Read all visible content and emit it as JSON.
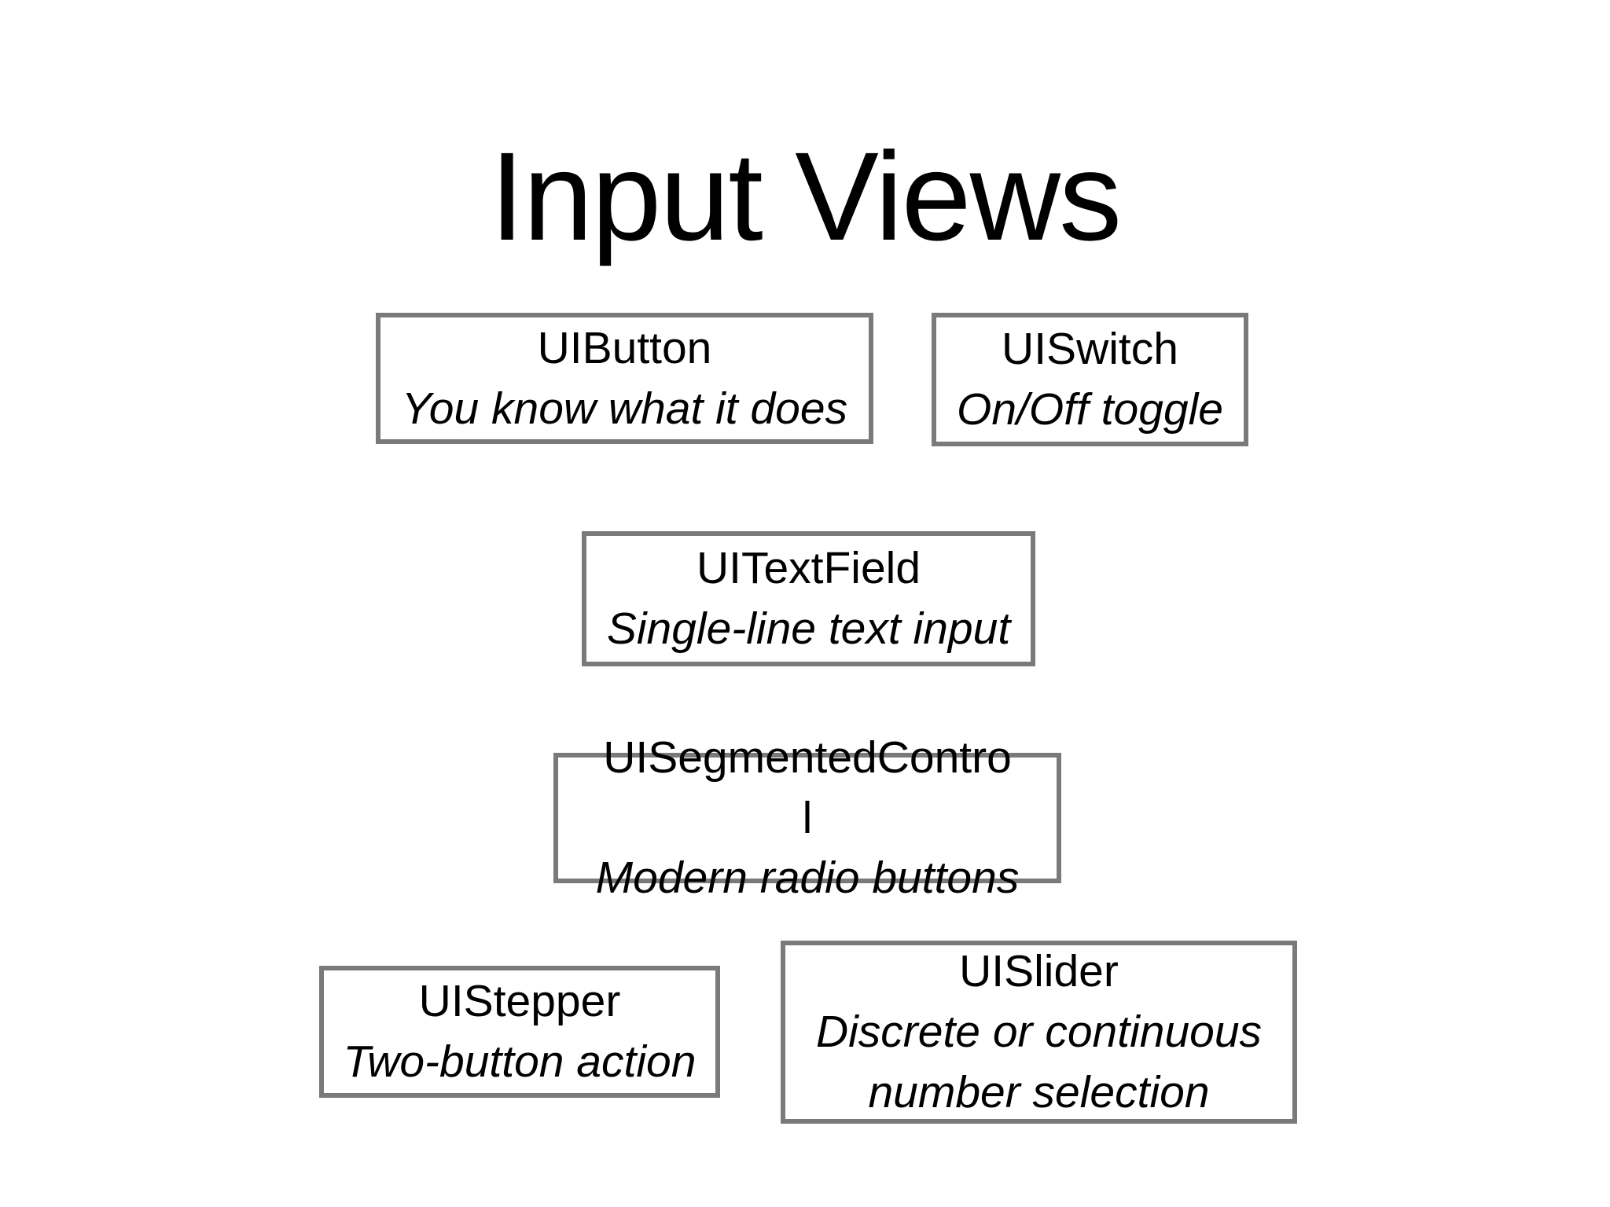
{
  "slide": {
    "title": "Input Views",
    "colors": {
      "background": "#ffffff",
      "text": "#000000",
      "box_border": "#7a7a7a"
    },
    "boxes": [
      {
        "name": "UIButton",
        "title": "UIButton",
        "subtitle": "You know what it does"
      },
      {
        "name": "UISwitch",
        "title": "UISwitch",
        "subtitle": "On/Off toggle"
      },
      {
        "name": "UITextField",
        "title": "UITextField",
        "subtitle": "Single-line text input"
      },
      {
        "name": "UISegmentedControl",
        "title": "UISegmentedControl",
        "subtitle": "Modern radio buttons"
      },
      {
        "name": "UIStepper",
        "title": "UIStepper",
        "subtitle": "Two-button action"
      },
      {
        "name": "UISlider",
        "title": "UISlider",
        "subtitle": "Discrete or continuous number selection"
      }
    ]
  }
}
